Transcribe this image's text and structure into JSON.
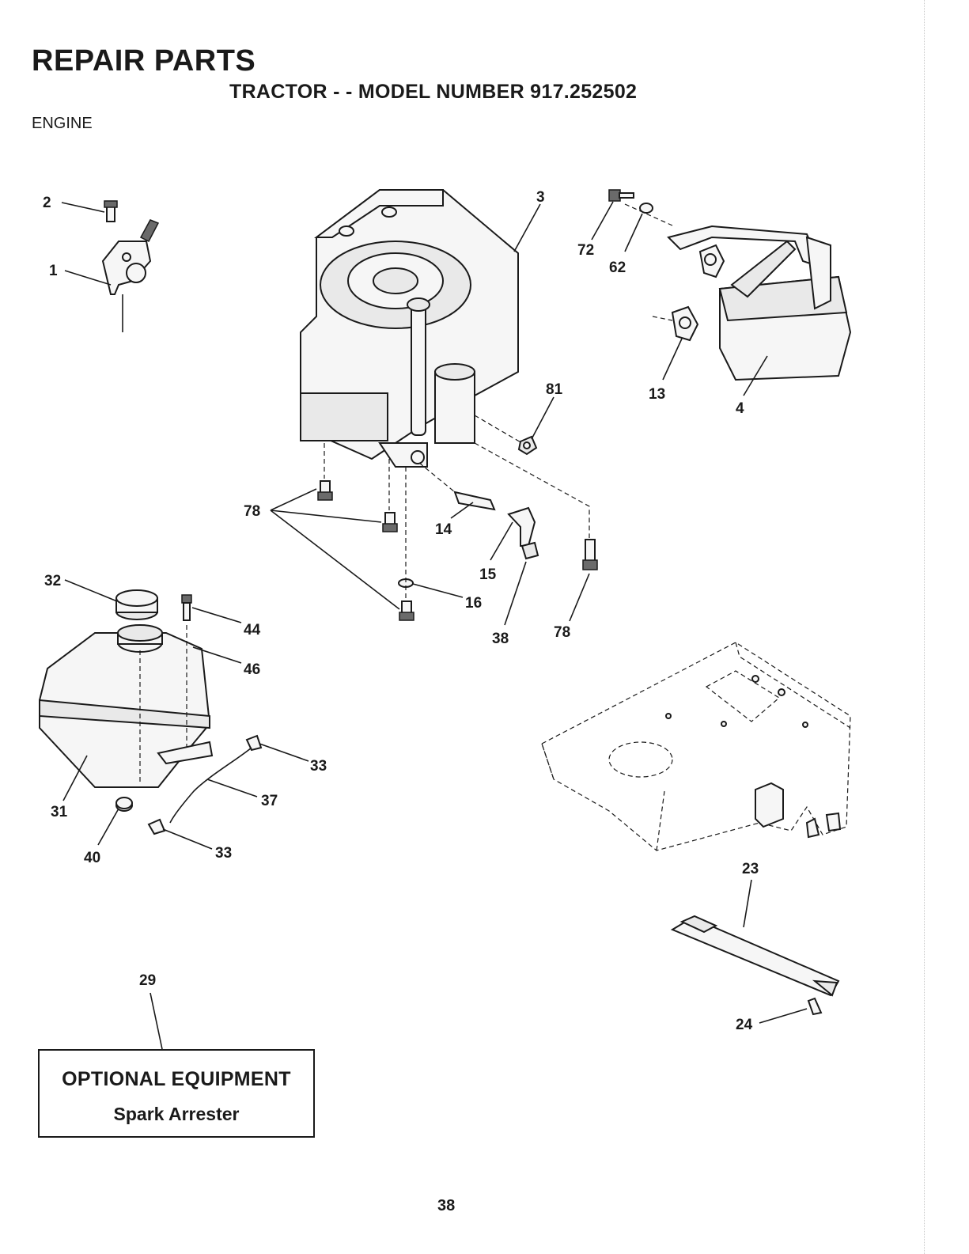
{
  "header": {
    "title": "REPAIR PARTS",
    "subtitle": "TRACTOR - - MODEL NUMBER 917.252502",
    "section": "ENGINE"
  },
  "callouts": [
    "2",
    "1",
    "3",
    "72",
    "62",
    "13",
    "4",
    "81",
    "78",
    "14",
    "15",
    "16",
    "38",
    "78",
    "32",
    "44",
    "46",
    "33",
    "37",
    "31",
    "40",
    "33",
    "23",
    "24",
    "29"
  ],
  "optional_equipment": {
    "title": "OPTIONAL EQUIPMENT",
    "item": "Spark Arrester"
  },
  "page_number": "38"
}
